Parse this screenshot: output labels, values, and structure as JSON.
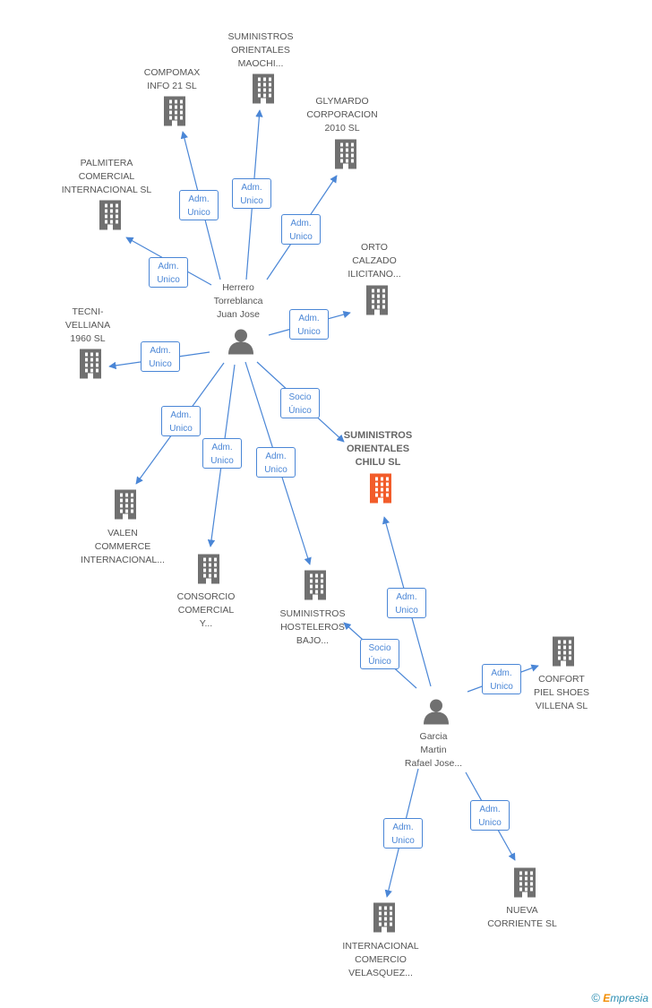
{
  "colors": {
    "edge": "#4a86d6",
    "building": "#707070",
    "focus": "#f25c2a",
    "person": "#707070"
  },
  "companies": [
    {
      "id": "compomax",
      "lines": [
        "COMPOMAX",
        "INFO 21 SL"
      ]
    },
    {
      "id": "maochi",
      "lines": [
        "SUMINISTROS",
        "ORIENTALES",
        "MAOCHI..."
      ]
    },
    {
      "id": "glymardo",
      "lines": [
        "GLYMARDO",
        "CORPORACION",
        "2010 SL"
      ]
    },
    {
      "id": "palmitera",
      "lines": [
        "PALMITERA",
        "COMERCIAL",
        "INTERNACIONAL SL"
      ]
    },
    {
      "id": "orto",
      "lines": [
        "ORTO",
        "CALZADO",
        "ILICITANO..."
      ]
    },
    {
      "id": "tecni",
      "lines": [
        "TECNI-",
        "VELLIANA",
        "1960 SL"
      ]
    },
    {
      "id": "chilu",
      "lines": [
        "SUMINISTROS",
        "ORIENTALES",
        "CHILU SL"
      ],
      "focus": true
    },
    {
      "id": "valen",
      "lines": [
        "VALEN",
        "COMMERCE",
        "INTERNACIONAL..."
      ]
    },
    {
      "id": "consorcio",
      "lines": [
        "CONSORCIO",
        "COMERCIAL",
        "Y..."
      ]
    },
    {
      "id": "hosteleros",
      "lines": [
        "SUMINISTROS",
        "HOSTELEROS",
        "BAJO..."
      ]
    },
    {
      "id": "confort",
      "lines": [
        "CONFORT",
        "PIEL SHOES",
        "VILLENA SL"
      ]
    },
    {
      "id": "nueva",
      "lines": [
        "NUEVA",
        "CORRIENTE SL"
      ]
    },
    {
      "id": "internacional",
      "lines": [
        "INTERNACIONAL",
        "COMERCIO",
        "VELASQUEZ..."
      ]
    }
  ],
  "persons": [
    {
      "id": "herrero",
      "lines": [
        "Herrero",
        "Torreblanca",
        "Juan Jose"
      ]
    },
    {
      "id": "garcia",
      "lines": [
        "Garcia",
        "Martin",
        "Rafael Jose..."
      ]
    }
  ],
  "edges": [
    {
      "from": "herrero",
      "to": "compomax",
      "label": [
        "Adm.",
        "Unico"
      ]
    },
    {
      "from": "herrero",
      "to": "maochi",
      "label": [
        "Adm.",
        "Unico"
      ]
    },
    {
      "from": "herrero",
      "to": "glymardo",
      "label": [
        "Adm.",
        "Unico"
      ]
    },
    {
      "from": "herrero",
      "to": "palmitera",
      "label": [
        "Adm.",
        "Unico"
      ]
    },
    {
      "from": "herrero",
      "to": "orto",
      "label": [
        "Adm.",
        "Unico"
      ]
    },
    {
      "from": "herrero",
      "to": "tecni",
      "label": [
        "Adm.",
        "Unico"
      ]
    },
    {
      "from": "herrero",
      "to": "chilu",
      "label": [
        "Socio",
        "Único"
      ]
    },
    {
      "from": "herrero",
      "to": "valen",
      "label": [
        "Adm.",
        "Unico"
      ]
    },
    {
      "from": "herrero",
      "to": "consorcio",
      "label": [
        "Adm.",
        "Unico"
      ]
    },
    {
      "from": "herrero",
      "to": "hosteleros",
      "label": [
        "Adm.",
        "Unico"
      ]
    },
    {
      "from": "garcia",
      "to": "chilu",
      "label": [
        "Adm.",
        "Unico"
      ]
    },
    {
      "from": "garcia",
      "to": "hosteleros",
      "label": [
        "Socio",
        "Único"
      ]
    },
    {
      "from": "garcia",
      "to": "confort",
      "label": [
        "Adm.",
        "Unico"
      ]
    },
    {
      "from": "garcia",
      "to": "internacional",
      "label": [
        "Adm.",
        "Unico"
      ]
    },
    {
      "from": "garcia",
      "to": "nueva",
      "label": [
        "Adm.",
        "Unico"
      ]
    }
  ],
  "footer": {
    "symbol": "©",
    "brand_initial": "E",
    "brand_rest": "mpresia"
  }
}
